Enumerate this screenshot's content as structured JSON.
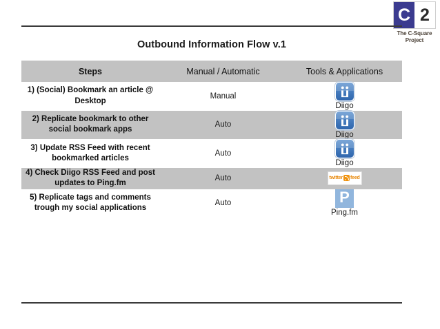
{
  "logo": {
    "square_c": "C",
    "square_2": "2",
    "caption_line1": "The C-Square",
    "caption_line2": "Project",
    "colors": {
      "square_c_bg": "#3b3b8f",
      "square_2_bg": "#ffffff",
      "caption": "#4a4036"
    }
  },
  "title": "Outbound Information Flow v.1",
  "table": {
    "columns": [
      "Steps",
      "Manual / Automatic",
      "Tools & Applications"
    ],
    "header_bg": "#c2c2c2",
    "band_bg": "#c2c2c2",
    "rows": [
      {
        "step": "1) (Social) Bookmark an article @ Desktop",
        "mode": "Manual",
        "tool_label": "Diigo",
        "tool_icon": "diigo-icon",
        "shaded": false
      },
      {
        "step": "2) Replicate bookmark to other social bookmark apps",
        "mode": "Auto",
        "tool_label": "Diigo",
        "tool_icon": "diigo-icon",
        "shaded": true
      },
      {
        "step": "3) Update RSS Feed with recent bookmarked articles",
        "mode": "Auto",
        "tool_label": "Diigo",
        "tool_icon": "diigo-icon",
        "shaded": false
      },
      {
        "step": "4) Check Diigo RSS Feed and post updates to Ping.fm",
        "mode": "Auto",
        "tool_label": "",
        "tool_icon": "twitterfeed-icon",
        "tool_icon_text": {
          "word1": "twitter",
          "word2": "feed"
        },
        "shaded": true
      },
      {
        "step": "5) Replicate tags and comments trough my social applications",
        "mode": "Auto",
        "tool_label": "Ping.fm",
        "tool_icon": "pingfm-icon",
        "tool_icon_text": {
          "letter": "P"
        },
        "shaded": false
      }
    ]
  }
}
